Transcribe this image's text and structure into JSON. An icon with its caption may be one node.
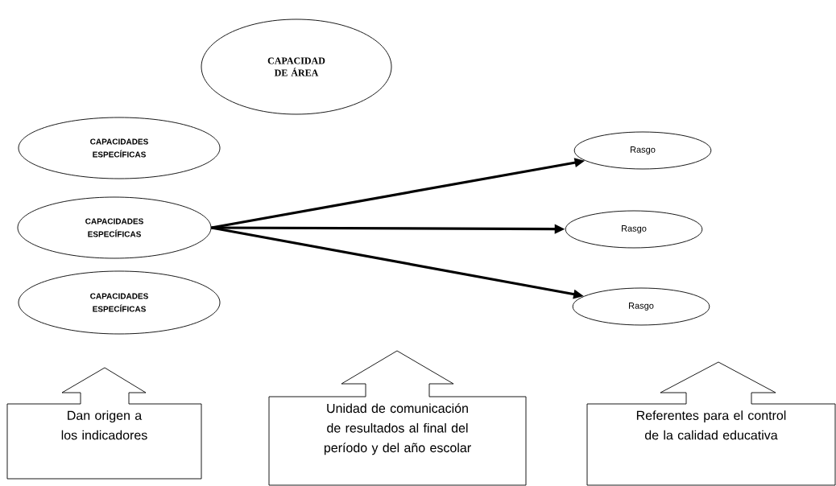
{
  "diagram": {
    "nodes": [
      {
        "text": [
          "CAPACIDAD DE ÁREA"
        ]
      },
      {
        "text": [
          "CAPACIDADES ESPECÍFICAS"
        ]
      },
      {
        "text": [
          "CAPACIDADES ESPECÍFICAS"
        ]
      },
      {
        "text": [
          "CAPACIDADES ESPECÍFICAS"
        ]
      },
      {
        "text": [
          "Rasgo"
        ]
      },
      {
        "text": [
          "Rasgo"
        ]
      },
      {
        "text": [
          "Rasgo"
        ]
      },
      {
        "text": [
          "Dan origen a los indicadores"
        ]
      },
      {
        "text": [
          "Unidad de comunicación de resultados al final del período y del año escolar"
        ]
      },
      {
        "text": [
          "Referentes para el control de la calidad educativa"
        ]
      }
    ],
    "edges": [
      {
        "from": 2,
        "to": 4,
        "arrow": "to"
      },
      {
        "from": 2,
        "to": 5,
        "arrow": "to"
      },
      {
        "from": 2,
        "to": 6,
        "arrow": "to"
      }
    ]
  }
}
